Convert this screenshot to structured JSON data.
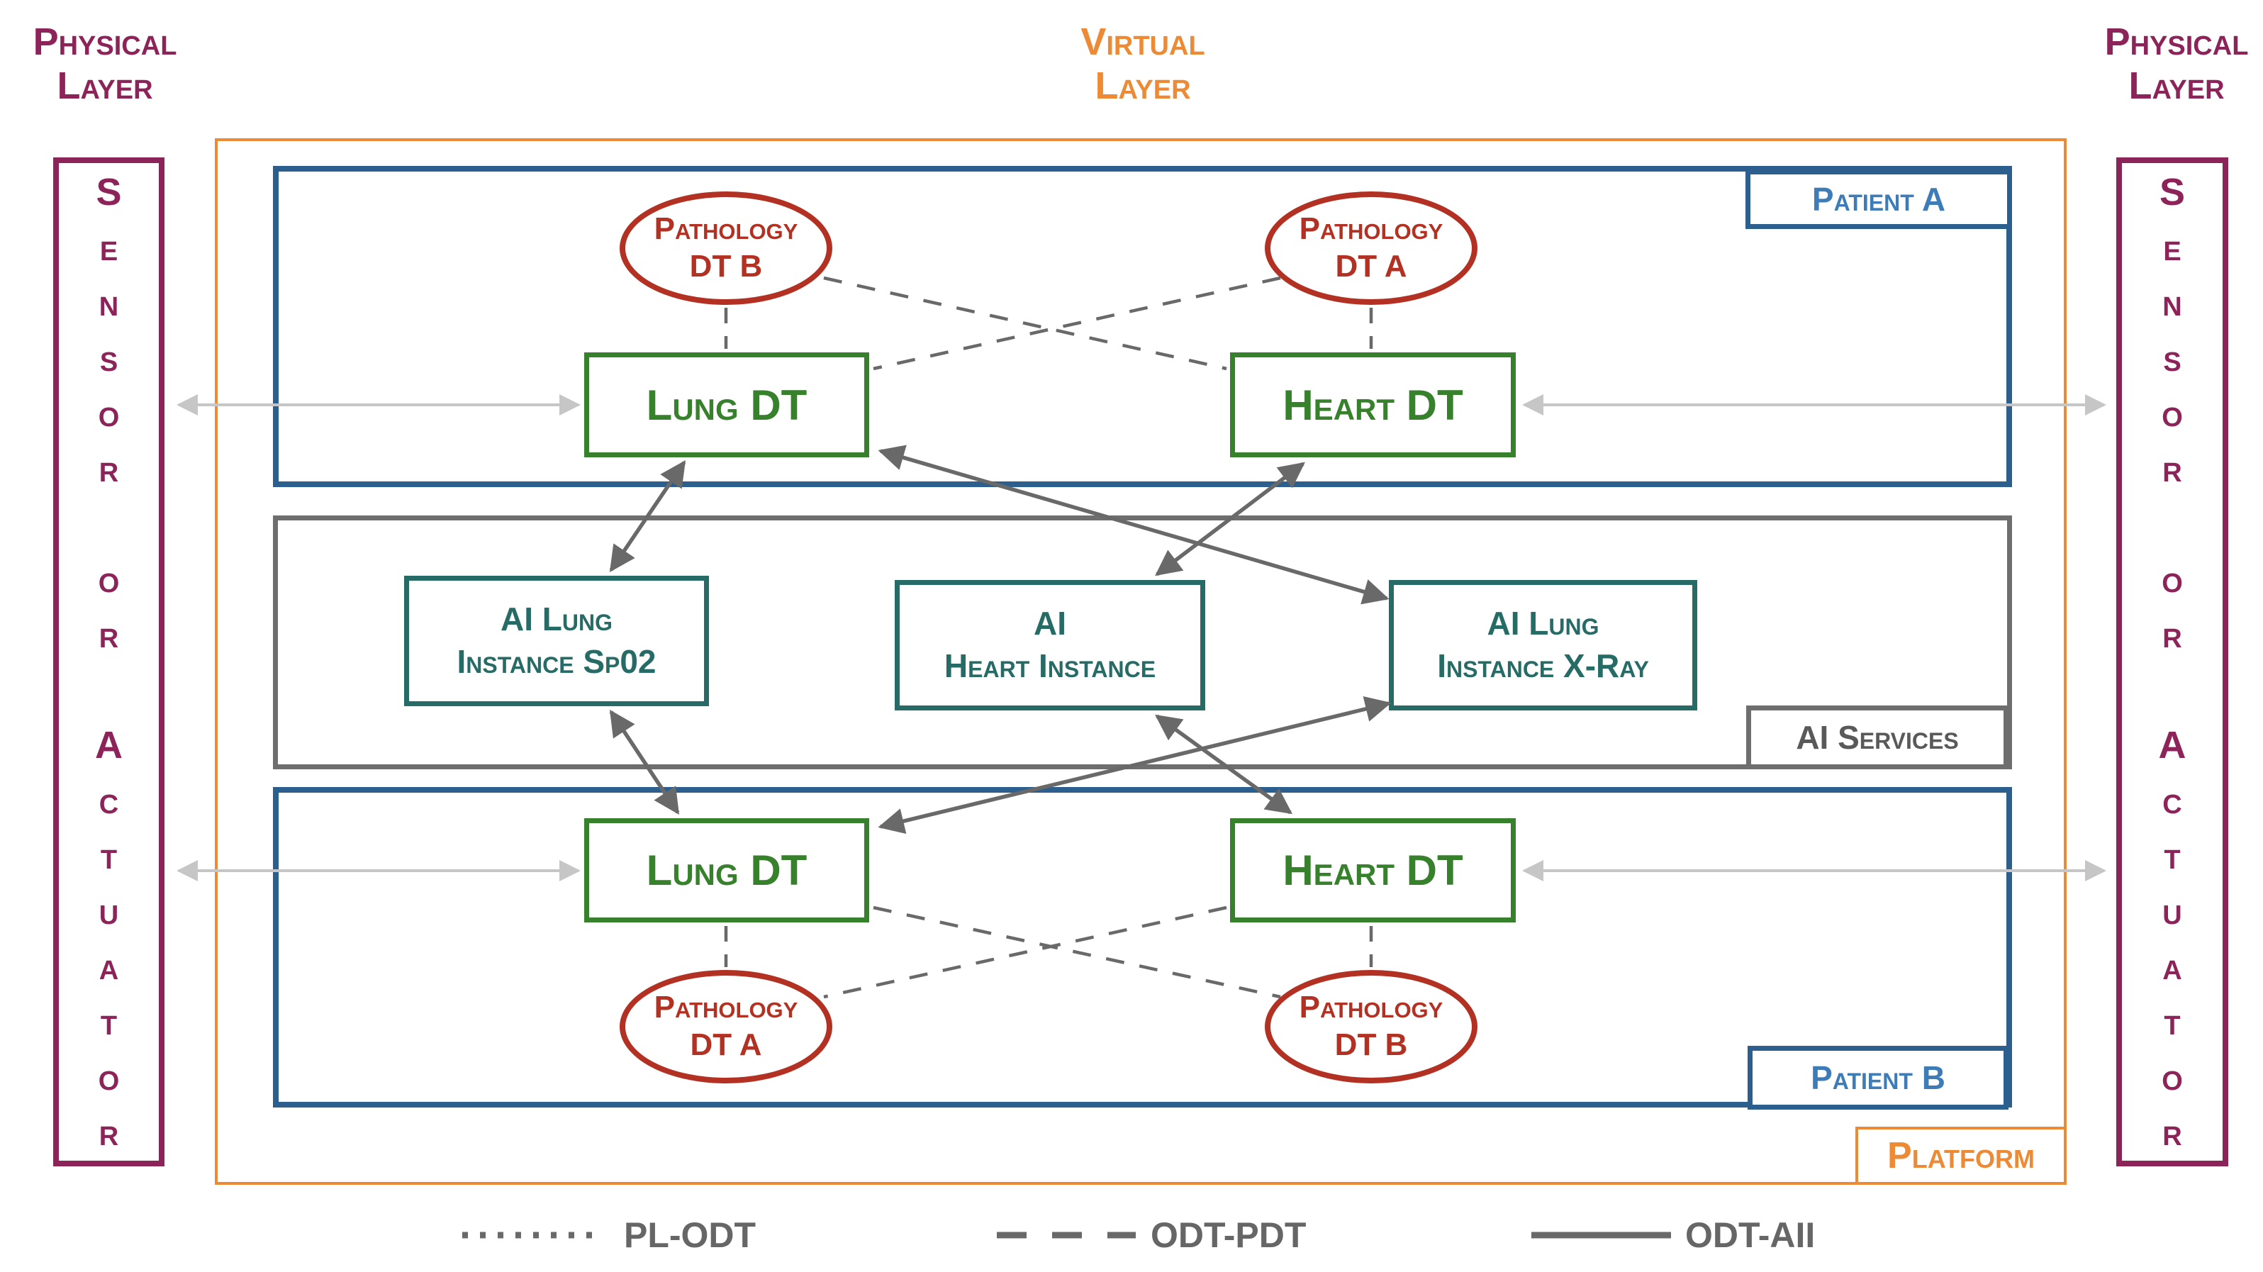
{
  "headers": {
    "physical_left": "Physical\nLayer",
    "virtual": "Virtual\nLayer",
    "physical_right": "Physical\nLayer"
  },
  "sensors": {
    "letters": "S\ne\nn\ns\no\nr\n\no\nr\n\nA\nc\nt\nu\na\nt\no\nr"
  },
  "regions": {
    "patient_a": "Patient A",
    "ai_services": "AI Services",
    "patient_b": "Patient B",
    "platform": "Platform"
  },
  "nodes": {
    "pathology_dt_b_top": "Pathology\nDT B",
    "pathology_dt_a_top": "Pathology\nDT A",
    "lung_dt_a": "Lung DT",
    "heart_dt_a": "Heart DT",
    "ai_lung_sp02": "AI Lung\nInstance Sp02",
    "ai_heart": "AI\nHeart Instance",
    "ai_lung_xray": "AI Lung\nInstance X-Ray",
    "lung_dt_b": "Lung DT",
    "heart_dt_b": "Heart DT",
    "pathology_dt_a_bottom": "Pathology\nDT A",
    "pathology_dt_b_bottom": "Pathology\nDT B"
  },
  "legend": {
    "items": [
      {
        "label": "PL-ODT",
        "line_style": "dotted"
      },
      {
        "label": "ODT-PDT",
        "line_style": "dashed"
      },
      {
        "label": "ODT-AII",
        "line_style": "solid"
      }
    ]
  },
  "connections": [
    {
      "from": "Pathology DT B (Patient A)",
      "to": "Lung DT (Patient A)",
      "type": "ODT-PDT"
    },
    {
      "from": "Pathology DT A (Patient A)",
      "to": "Heart DT (Patient A)",
      "type": "ODT-PDT"
    },
    {
      "from": "Pathology DT B (Patient A)",
      "to": "Heart DT (Patient A)",
      "type": "ODT-PDT"
    },
    {
      "from": "Pathology DT A (Patient A)",
      "to": "Lung DT (Patient A)",
      "type": "ODT-PDT"
    },
    {
      "from": "Pathology DT A (Patient B)",
      "to": "Lung DT (Patient B)",
      "type": "ODT-PDT"
    },
    {
      "from": "Pathology DT B (Patient B)",
      "to": "Heart DT (Patient B)",
      "type": "ODT-PDT"
    },
    {
      "from": "Lung DT (Patient B)",
      "to": "Pathology DT B (Patient B)",
      "type": "ODT-PDT"
    },
    {
      "from": "Heart DT (Patient B)",
      "to": "Pathology DT A (Patient B)",
      "type": "ODT-PDT"
    },
    {
      "from": "Lung DT (Patient A)",
      "to": "AI Lung Instance Sp02",
      "type": "ODT-AII"
    },
    {
      "from": "Lung DT (Patient A)",
      "to": "AI Lung Instance X-Ray",
      "type": "ODT-AII"
    },
    {
      "from": "Heart DT (Patient A)",
      "to": "AI Heart Instance",
      "type": "ODT-AII"
    },
    {
      "from": "Lung DT (Patient B)",
      "to": "AI Lung Instance Sp02",
      "type": "ODT-AII"
    },
    {
      "from": "Lung DT (Patient B)",
      "to": "AI Lung Instance X-Ray",
      "type": "ODT-AII"
    },
    {
      "from": "Heart DT (Patient B)",
      "to": "AI Heart Instance",
      "type": "ODT-AII"
    },
    {
      "from": "Sensor or Actuator (left)",
      "to": "Lung DT (Patient A)",
      "type": "PL-ODT"
    },
    {
      "from": "Sensor or Actuator (left)",
      "to": "Lung DT (Patient B)",
      "type": "PL-ODT"
    },
    {
      "from": "Sensor or Actuator (right)",
      "to": "Heart DT (Patient A)",
      "type": "PL-ODT"
    },
    {
      "from": "Sensor or Actuator (right)",
      "to": "Heart DT (Patient B)",
      "type": "PL-ODT"
    }
  ],
  "colors": {
    "magenta": "#8D2459",
    "orange": "#ED8A35",
    "blue_border": "#2D5F8E",
    "blue_label_text": "#3E7CB8",
    "green": "#37802C",
    "red": "#B23122",
    "teal": "#266B66",
    "gray_border": "#6E6E6E",
    "gray_text": "#595959",
    "connector_dark": "#696969",
    "connector_light": "#C6C6C6"
  }
}
